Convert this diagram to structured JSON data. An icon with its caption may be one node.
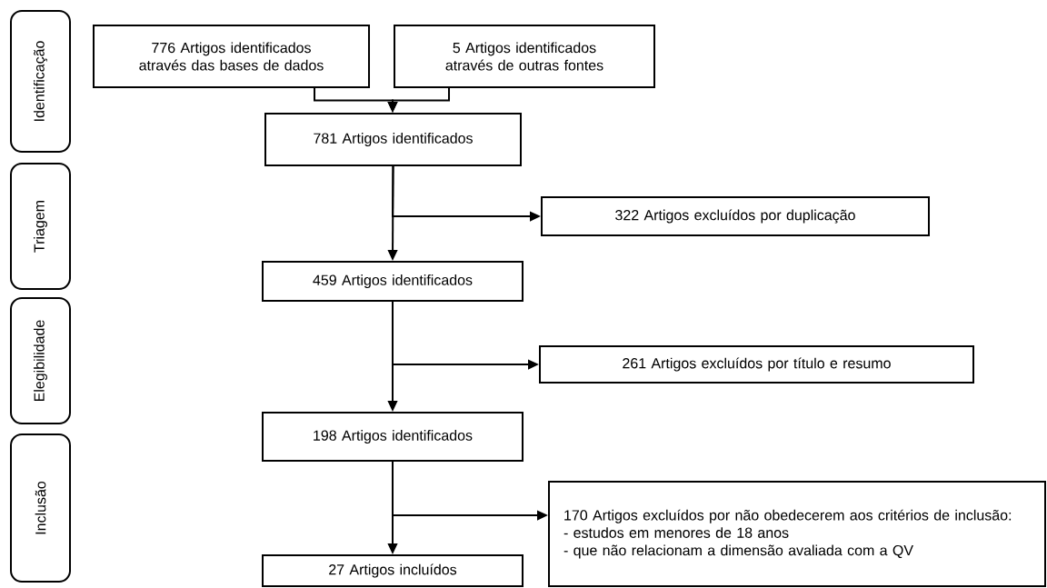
{
  "diagram": {
    "nodes": [
      {
        "text": [
          "Identificação"
        ]
      },
      {
        "text": [
          "Triagem"
        ]
      },
      {
        "text": [
          "Elegibilidade"
        ]
      },
      {
        "text": [
          "Inclusão"
        ]
      },
      {
        "text": [
          "776 Artigos identificados através das bases de dados"
        ]
      },
      {
        "text": [
          "5 Artigos identificados através de outras fontes"
        ]
      },
      {
        "text": [
          "781 Artigos identificados"
        ]
      },
      {
        "text": [
          "322 Artigos excluídos por duplicação"
        ]
      },
      {
        "text": [
          "459 Artigos identificados"
        ]
      },
      {
        "text": [
          "261 Artigos excluídos por título e resumo"
        ]
      },
      {
        "text": [
          "198 Artigos identificados"
        ]
      },
      {
        "text": [
          "170 Artigos excluídos por não obedecerem aos critérios de inclusão:",
          "- estudos em menores de 18 anos",
          "- que não relacionam a dimensão avaliada com a QV"
        ]
      },
      {
        "text": [
          "27 Artigos incluídos"
        ]
      }
    ],
    "edges": [
      {
        "from": 4,
        "to": 6,
        "arrow": "to"
      },
      {
        "from": 5,
        "to": 6,
        "arrow": "to"
      },
      {
        "from": 6,
        "to": 7,
        "arrow": "to"
      },
      {
        "from": 6,
        "to": 8,
        "arrow": "to"
      },
      {
        "from": 8,
        "to": 9,
        "arrow": "to"
      },
      {
        "from": 8,
        "to": 10,
        "arrow": "to"
      },
      {
        "from": 10,
        "to": 11,
        "arrow": "to"
      },
      {
        "from": 10,
        "to": 12,
        "arrow": "to"
      }
    ]
  }
}
